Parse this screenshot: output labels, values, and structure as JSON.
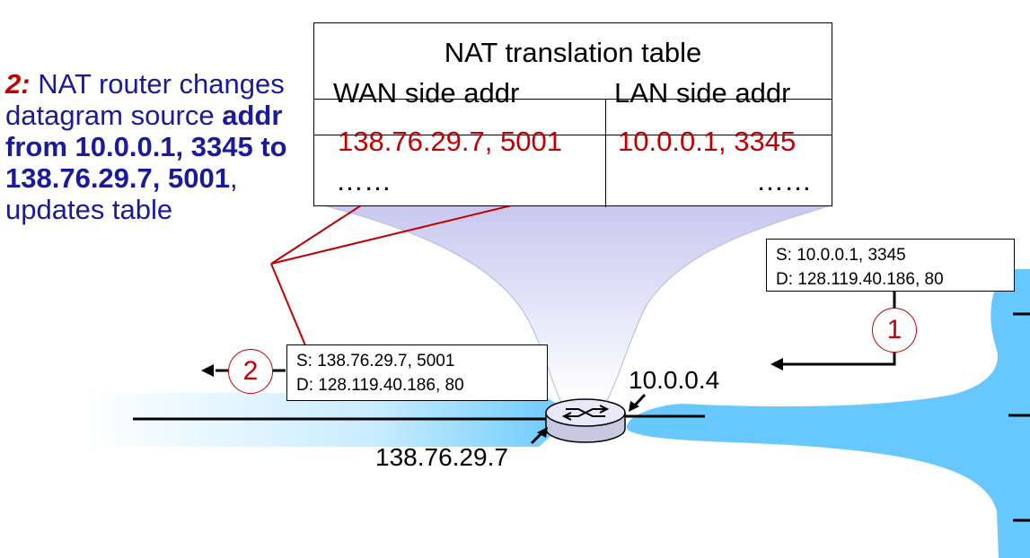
{
  "callout": {
    "step": "2:",
    "text1": " NAT router changes datagram source ",
    "bold1": "addr from 10.0.0.1, 3345 to 138.76.29.7, 5001",
    "text2": ", updates table"
  },
  "nat_table": {
    "title": "NAT translation table",
    "col_wan": "WAN side addr",
    "col_lan": "LAN side addr",
    "row_wan": "138.76.29.7, 5001",
    "row_lan": "10.0.0.1, 3345",
    "ellipsis_wan": "……",
    "ellipsis_lan": "……"
  },
  "packet_in": {
    "source": "S: 10.0.0.1, 3345",
    "dest": "D: 128.119.40.186, 80"
  },
  "packet_out": {
    "source": "S: 138.76.29.7, 5001",
    "dest": "D: 128.119.40.186, 80"
  },
  "steps": {
    "one": "1",
    "two": "2"
  },
  "addresses": {
    "lan_ip": "10.0.0.4",
    "wan_ip": "138.76.29.7"
  },
  "colors": {
    "highlight": "#c00000",
    "callout_text": "#1a1a9c",
    "lan_cloud": "#66c8ff"
  }
}
